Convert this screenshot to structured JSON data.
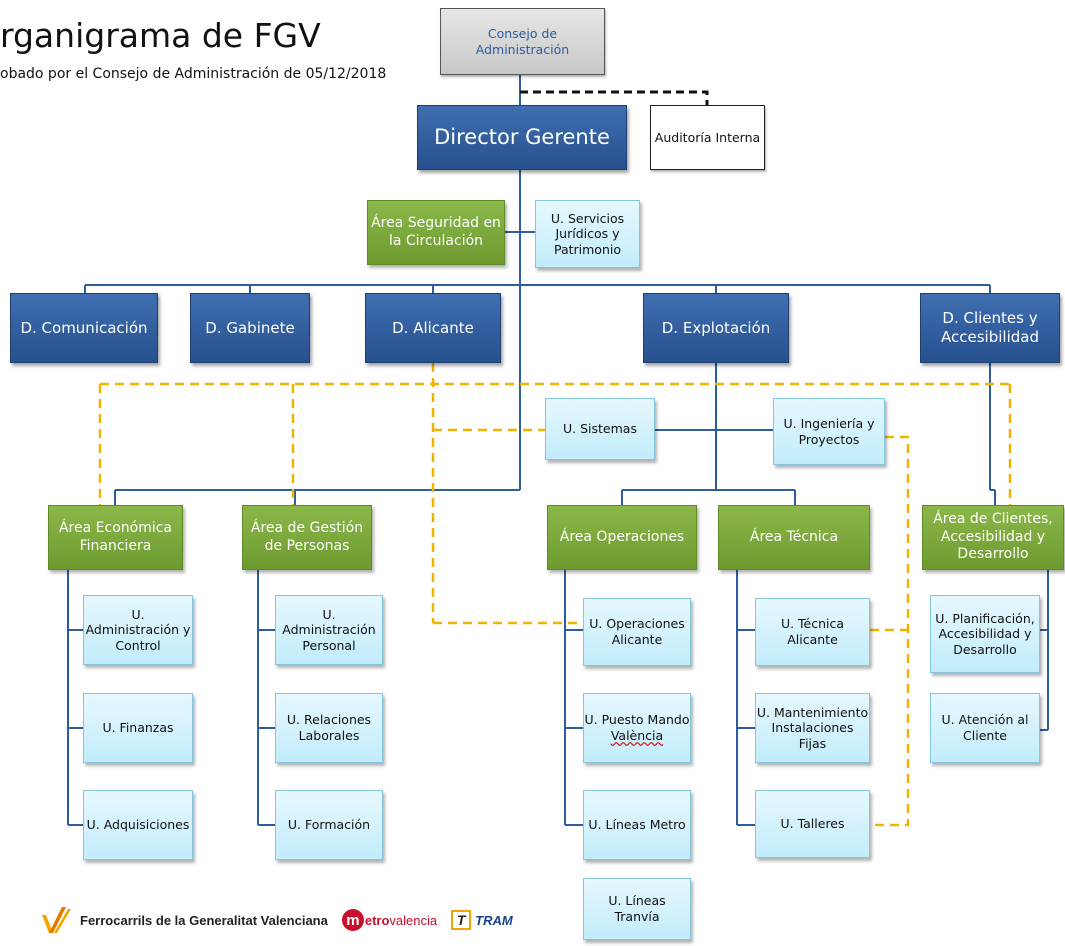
{
  "header": {
    "title": "rganigrama de FGV",
    "subtitle": "obado por el Consejo de Administración de 05/12/2018"
  },
  "boxes": {
    "consejo": "Consejo de Administración",
    "director": "Director Gerente",
    "auditoria": "Auditoría Interna",
    "area_seguridad": "Área Seguridad en la Circulación",
    "u_servicios": "U. Servicios Jurídicos y Patrimonio",
    "d_comunicacion": "D. Comunicación",
    "d_gabinete": "D. Gabinete",
    "d_alicante": "D. Alicante",
    "d_explotacion": "D. Explotación",
    "d_clientes": "D. Clientes y Accesibilidad",
    "u_sistemas": "U. Sistemas",
    "u_ingenieria": "U. Ingeniería y Proyectos",
    "area_economica": "Área Económica Financiera",
    "area_personas": "Área de Gestión de Personas",
    "area_operaciones": "Área Operaciones",
    "area_tecnica": "Área Técnica",
    "area_clientes": "Área de Clientes, Accesibilidad y Desarrollo",
    "u_admin_control": "U. Administración y Control",
    "u_finanzas": "U. Finanzas",
    "u_adquisiciones": "U. Adquisiciones",
    "u_admin_personal": "U. Administración Personal",
    "u_relaciones": "U. Relaciones Laborales",
    "u_formacion": "U. Formación",
    "u_oper_alicante": "U. Operaciones Alicante",
    "u_puesto_mando_1": "U. Puesto Mando",
    "u_puesto_mando_2": "València",
    "u_lineas_metro": "U. Líneas Metro",
    "u_lineas_tranvia": "U. Líneas Tranvía",
    "u_tecnica_alicante": "U. Técnica Alicante",
    "u_mantenimiento": "U. Mantenimiento Instalaciones Fijas",
    "u_talleres": "U. Talleres",
    "u_planificacion": "U. Planificación, Accesibilidad y Desarrollo",
    "u_atencion": "U. Atención al Cliente"
  },
  "footer": {
    "fgv": "Ferrocarrils de la Generalitat Valenciana",
    "metro_m": "m",
    "metro_bold": "etro",
    "metro_light": "valencia",
    "tram_icon": "T",
    "tram_text": "TRAM"
  },
  "colors": {
    "blue": "#2d5a9c",
    "green": "#7aa83a",
    "light": "#d4f2fd",
    "line": "#2c5d9c",
    "dashed_gold": "#f0b400"
  }
}
